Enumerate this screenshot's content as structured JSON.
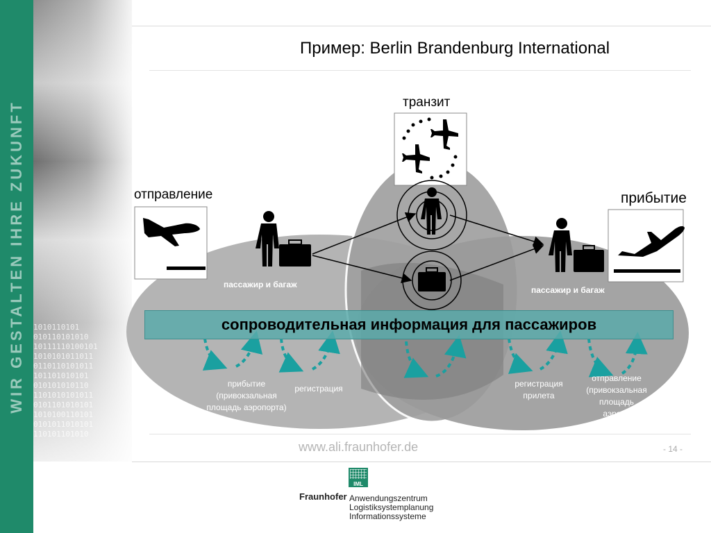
{
  "title": "Пример: Berlin Brandenburg International",
  "labels": {
    "transit": "транзит",
    "departure": "отправление",
    "arrival": "прибытие"
  },
  "passenger_luggage_left": "пассажир и багаж",
  "passenger_luggage_right": "пассажир и багаж",
  "info_banner": "сопроводительная информация для пассажиров",
  "flow_steps": [
    {
      "line1": "прибытие",
      "line2": "(привокзальная",
      "line3": "площадь аэропорта)"
    },
    {
      "line1": "регистрация"
    },
    {
      "line1": "регистрация",
      "line2": "прилета"
    },
    {
      "line1": "отправление",
      "line2": "(привокзальная",
      "line3": "площадь",
      "line4": "аэропо"
    }
  ],
  "sidebar": {
    "slogan": "WIR GESTALTEN IHRE ZUKUNFT",
    "binary_rows": [
      "1010110101",
      "010110101010",
      "10111110100101",
      "1010101011011",
      "0110110101011",
      "101101010101",
      "010101010110",
      "1101010101011",
      "0101101010101",
      "1010100110101",
      "0101011010101",
      "110101101010"
    ]
  },
  "footer": {
    "website": "www.ali.fraunhofer.de",
    "page_number": "- 14 -",
    "logo_text": "IML",
    "org_name": "Fraunhofer",
    "institute_line1": "Anwendungszentrum",
    "institute_line2": "Logistiksystemplanung",
    "institute_line3": "Informationssysteme"
  },
  "colors": {
    "brand_green": "#1f8a6a",
    "banner_teal": "#5aaaaa",
    "flow_arrow": "#1aa0a0"
  }
}
